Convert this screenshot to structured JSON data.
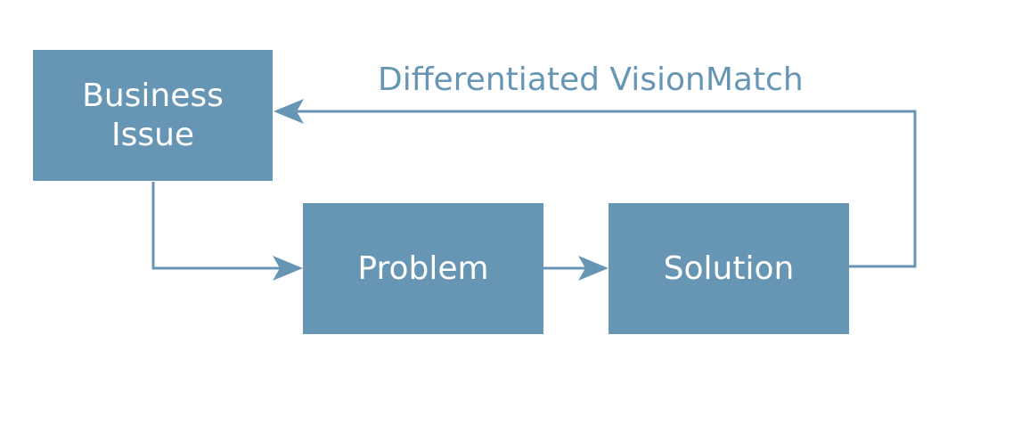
{
  "diagram": {
    "nodes": {
      "business_issue": {
        "line1": "Business",
        "line2": "Issue"
      },
      "problem": {
        "label": "Problem"
      },
      "solution": {
        "label": "Solution"
      }
    },
    "edges": [
      {
        "from": "business_issue",
        "to": "problem"
      },
      {
        "from": "problem",
        "to": "solution"
      },
      {
        "from": "solution",
        "to": "business_issue",
        "label": "Differentiated VisionMatch"
      }
    ],
    "colors": {
      "box": "#6796b5",
      "arrow": "#6796b5",
      "box_text": "#ffffff"
    }
  }
}
